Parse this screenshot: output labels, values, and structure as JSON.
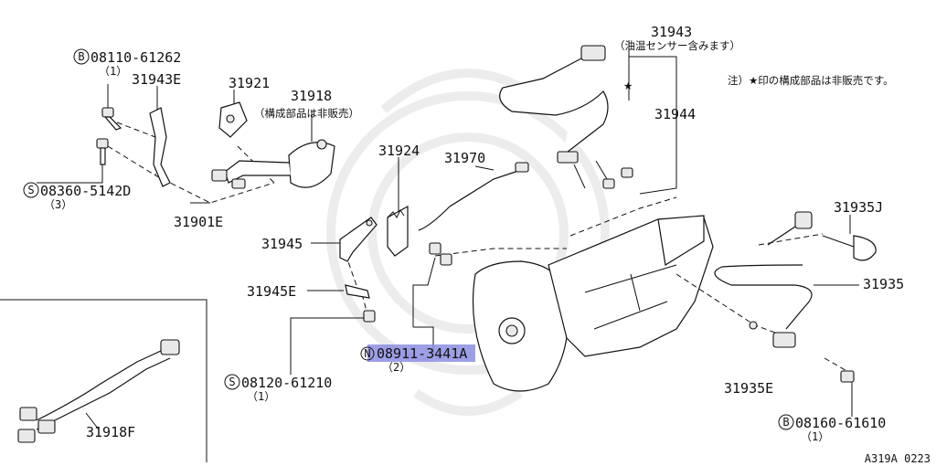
{
  "diagram": {
    "note": "注）★印の構成部品は非販売です。",
    "figure_code": "A319A 0223",
    "highlight_color": "#8c8ee2",
    "labels": {
      "p31943": "31943",
      "p31943_sub": "（油温センサー含みます）",
      "p31944": "31944",
      "p31970": "31970",
      "p31924": "31924",
      "p31945": "31945",
      "p31945e": "31945E",
      "p31918": "31918",
      "p31918_sub": "（構成部品は非販売）",
      "p31921": "31921",
      "p31943e": "31943E",
      "p31901e": "31901E",
      "p31918f": "31918F",
      "p31935j": "31935J",
      "p31935": "31935",
      "p31935e": "31935E",
      "b08110_code": "08110-61262",
      "b08110_qty": "（1）",
      "s08360_code": "08360-5142D",
      "s08360_qty": "（3）",
      "s08120_code": "08120-61210",
      "s08120_qty": "（1）",
      "n08911_code": "08911-3441A",
      "n08911_qty": "（2）",
      "b08160_code": "08160-61610",
      "b08160_qty": "（1）",
      "prefix_b": "B",
      "prefix_s": "S",
      "prefix_n": "N",
      "star": "★"
    }
  }
}
